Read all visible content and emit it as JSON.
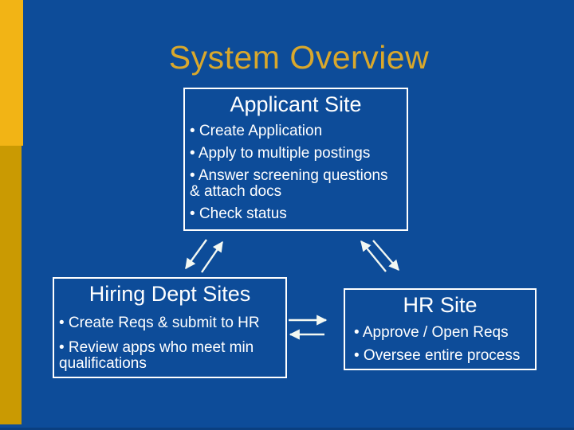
{
  "slide": {
    "title": "System Overview"
  },
  "colors": {
    "background_blue": "#0d4c99",
    "accent_gold_bright": "#f2b415",
    "accent_gold_dark": "#ca9a02",
    "title_gold": "#d9a82c",
    "box_border": "#ffffff",
    "text": "#ffffff",
    "arrow": "#f3f8f2"
  },
  "boxes": {
    "applicant": {
      "title": "Applicant Site",
      "bullets": [
        "• Create Application",
        "• Apply to multiple postings",
        "• Answer screening questions & attach docs",
        "• Check status"
      ]
    },
    "hiring": {
      "title": "Hiring Dept Sites",
      "bullets": [
        "• Create Reqs & submit to HR",
        "• Review apps who meet min qualifications"
      ]
    },
    "hr": {
      "title": "HR Site",
      "bullets": [
        "• Approve / Open Reqs",
        "• Oversee entire process"
      ]
    }
  },
  "arrows": [
    "applicant-to-hiring",
    "hiring-to-applicant",
    "hr-to-applicant",
    "applicant-to-hr",
    "hiring-to-hr",
    "hr-to-hiring"
  ]
}
